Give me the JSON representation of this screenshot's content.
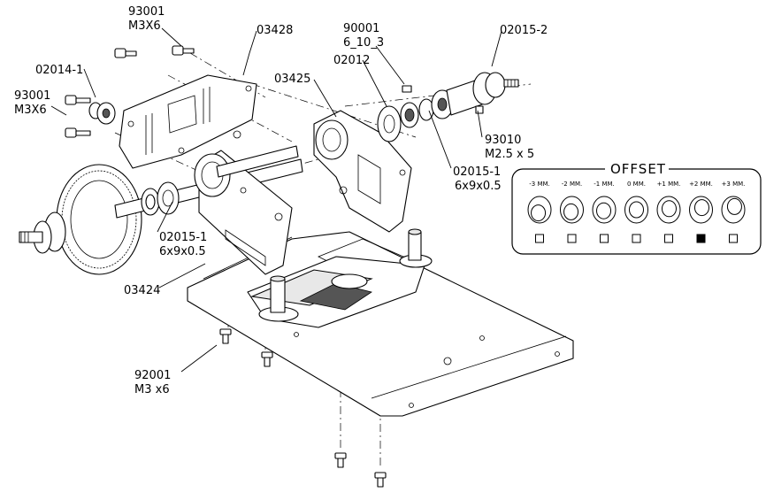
{
  "labels": {
    "p93001_top": "93001",
    "p93001_top_spec": "M3X6",
    "p03428": "03428",
    "p02014": "02014-1",
    "p93001_left": "93001",
    "p93001_left_spec": "M3X6",
    "p03425": "03425",
    "p90001": "90001",
    "p90001_spec": "6_10_3",
    "p02012": "02012",
    "p02015_2": "02015-2",
    "p93010": "93010",
    "p93010_spec": "M2.5 x 5",
    "p02015_1_right": "02015-1",
    "p02015_1_right_spec": "6x9x0.5",
    "p02015_1_left": "02015-1",
    "p02015_1_left_spec": "6x9x0.5",
    "p03424": "03424",
    "p92001": "92001",
    "p92001_spec": "M3 x6"
  },
  "offset": {
    "title": "OFFSET",
    "positions": [
      {
        "label": "-3 MM.",
        "selected": false
      },
      {
        "label": "-2 MM.",
        "selected": false
      },
      {
        "label": "-1 MM.",
        "selected": false
      },
      {
        "label": "0 MM.",
        "selected": false
      },
      {
        "label": "+1 MM.",
        "selected": false
      },
      {
        "label": "+2 MM.",
        "selected": true
      },
      {
        "label": "+3 MM.",
        "selected": false
      }
    ]
  }
}
